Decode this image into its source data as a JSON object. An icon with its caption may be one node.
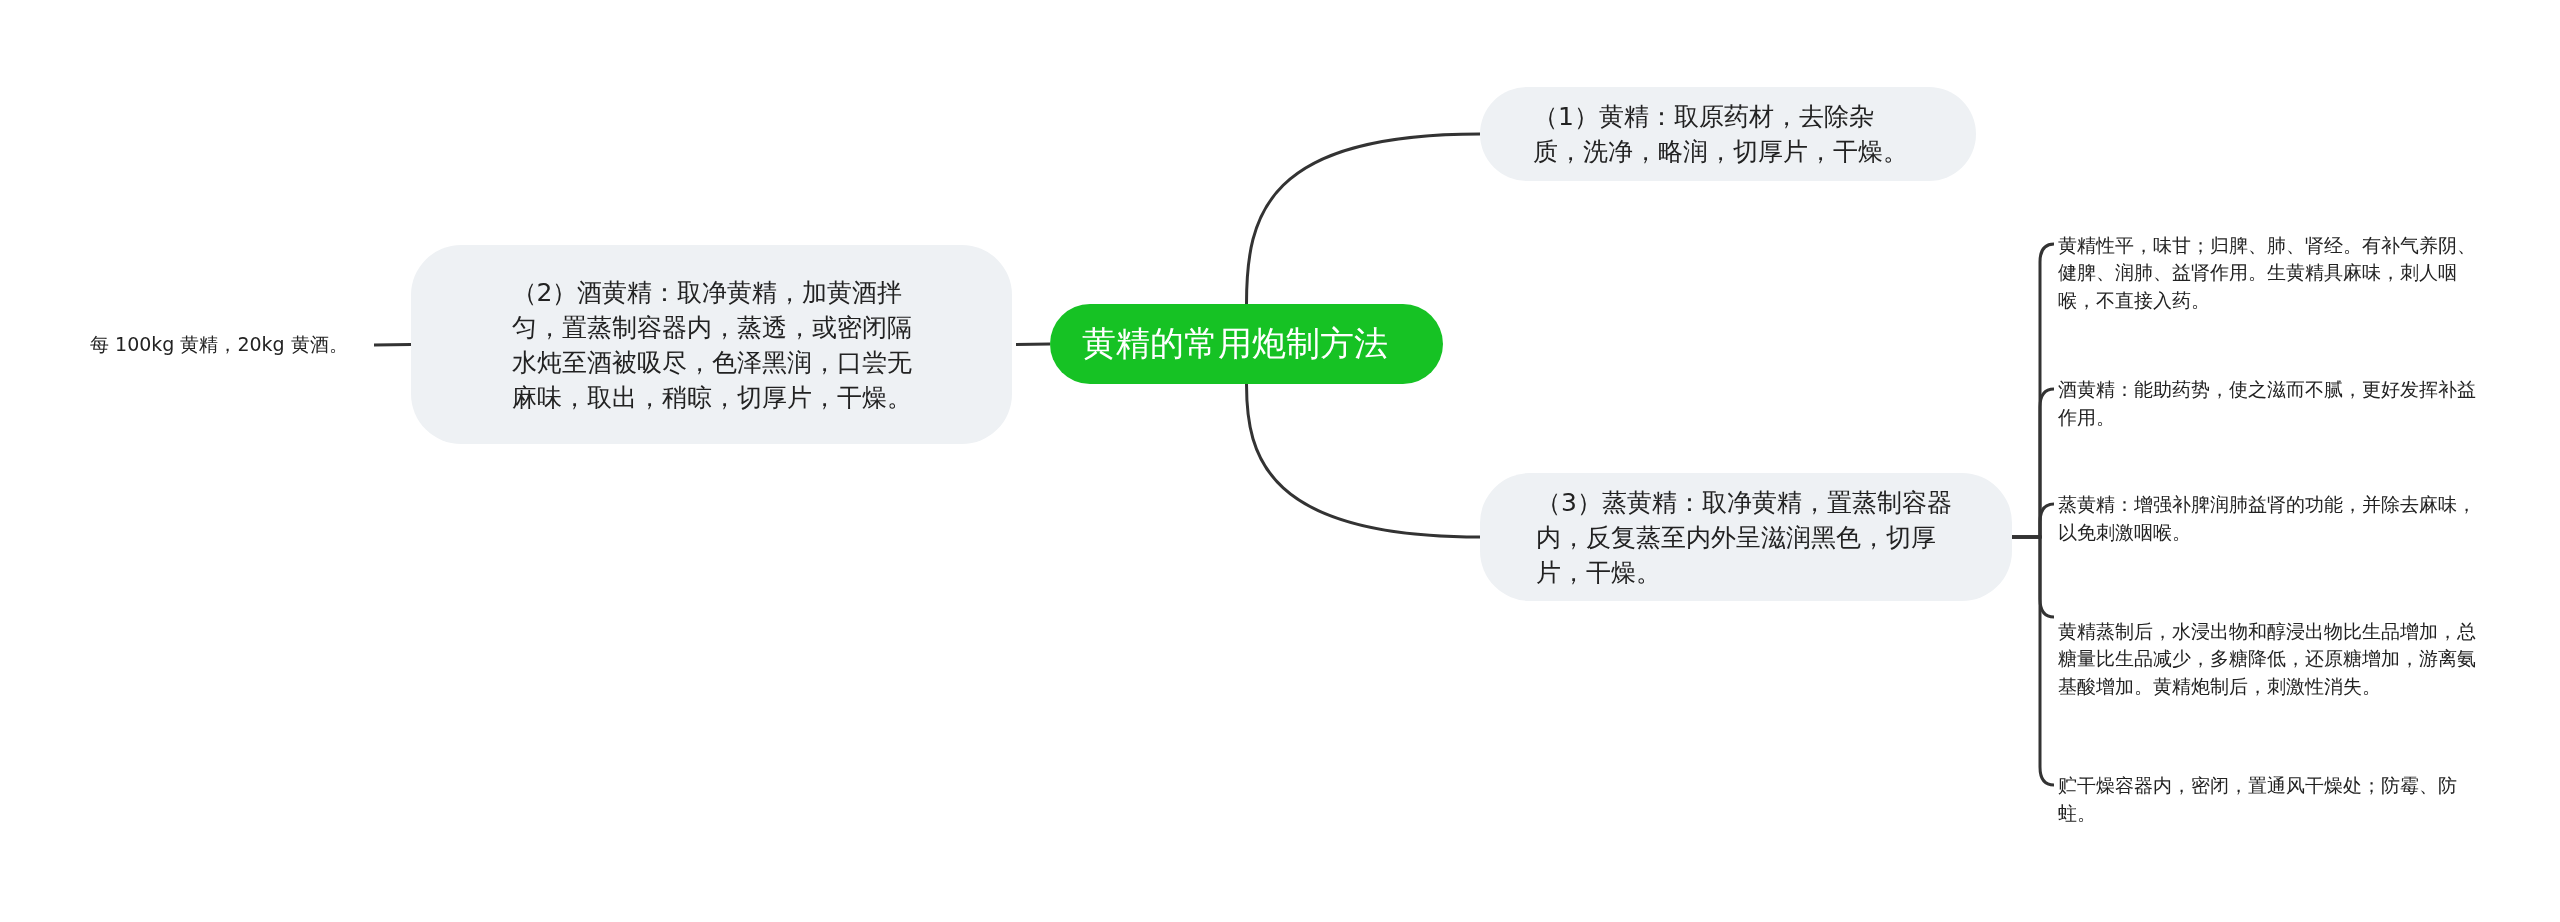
{
  "diagram": {
    "nodes": [
      {
        "text": [
          "黄精的常用炮制方法"
        ]
      },
      {
        "text": [
          "（1）黄精：取原药材，去除杂质，洗净，略润，切厚片，干燥。"
        ]
      },
      {
        "text": [
          "（2）酒黄精：取净黄精，加黄酒拌匀，置蒸制容器内，蒸透，或密闭隔水炖至酒被吸尽，色泽黑润，口尝无麻味，取出，稍晾，切厚片，干燥。"
        ]
      },
      {
        "text": [
          "每 100kg 黄精，20kg 黄酒。"
        ]
      },
      {
        "text": [
          "（3）蒸黄精：取净黄精，置蒸制容器内，反复蒸至内外呈滋润黑色，切厚片，干燥。"
        ]
      },
      {
        "text": [
          "黄精性平，味甘；归脾、肺、肾经。有补气养阴、健脾、润肺、益肾作用。生黄精具麻味，刺人咽喉，不直接入药。"
        ]
      },
      {
        "text": [
          "酒黄精：能助药势，使之滋而不腻，更好发挥补益作用。"
        ]
      },
      {
        "text": [
          "蒸黄精：增强补脾润肺益肾的功能，并除去麻味，以免刺激咽喉。"
        ]
      },
      {
        "text": [
          "黄精蒸制后，水浸出物和醇浸出物比生品增加，总糖量比生品减少，多糖降低，还原糖增加，游离氨基酸增加。黄精炮制后，刺激性消失。"
        ]
      },
      {
        "text": [
          "贮干燥容器内，密闭，置通风干燥处；防霉、防蛀。"
        ]
      }
    ],
    "edges": [
      {
        "from": 0,
        "to": 1,
        "arrow": "none"
      },
      {
        "from": 0,
        "to": 2,
        "arrow": "none"
      },
      {
        "from": 2,
        "to": 3,
        "arrow": "none"
      },
      {
        "from": 0,
        "to": 4,
        "arrow": "none"
      },
      {
        "from": 4,
        "to": 5,
        "arrow": "none"
      },
      {
        "from": 4,
        "to": 6,
        "arrow": "none"
      },
      {
        "from": 4,
        "to": 7,
        "arrow": "none"
      },
      {
        "from": 4,
        "to": 8,
        "arrow": "none"
      },
      {
        "from": 4,
        "to": 9,
        "arrow": "none"
      }
    ]
  }
}
